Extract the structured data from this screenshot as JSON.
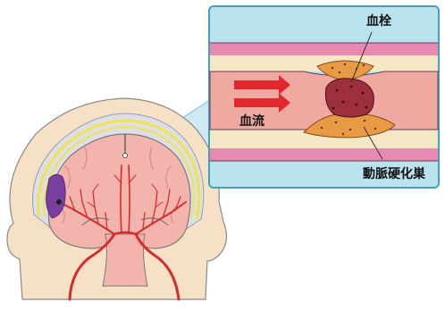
{
  "labels": {
    "thrombus": "血栓",
    "blood_flow": "血流",
    "atheroma": "動脈硬化巣"
  },
  "colors": {
    "inset_background": "#b9e3ee",
    "inset_border": "#45a0bb",
    "vessel_outer_wall": "#e68ab2",
    "vessel_inner_wall": "#f5e8c4",
    "blood": "#f0a9a0",
    "flow_arrow": "#e2282d",
    "thrombus": "#9e2f3d",
    "plaque": "#e99a45",
    "skin": "#f6e0c6",
    "bone": "#dcdfe6",
    "dura": "#f2e24e",
    "brain": "#f4b4ae",
    "artery": "#d52b2b",
    "infarct": "#7a3ea0",
    "callout": "#c9e7f1"
  }
}
